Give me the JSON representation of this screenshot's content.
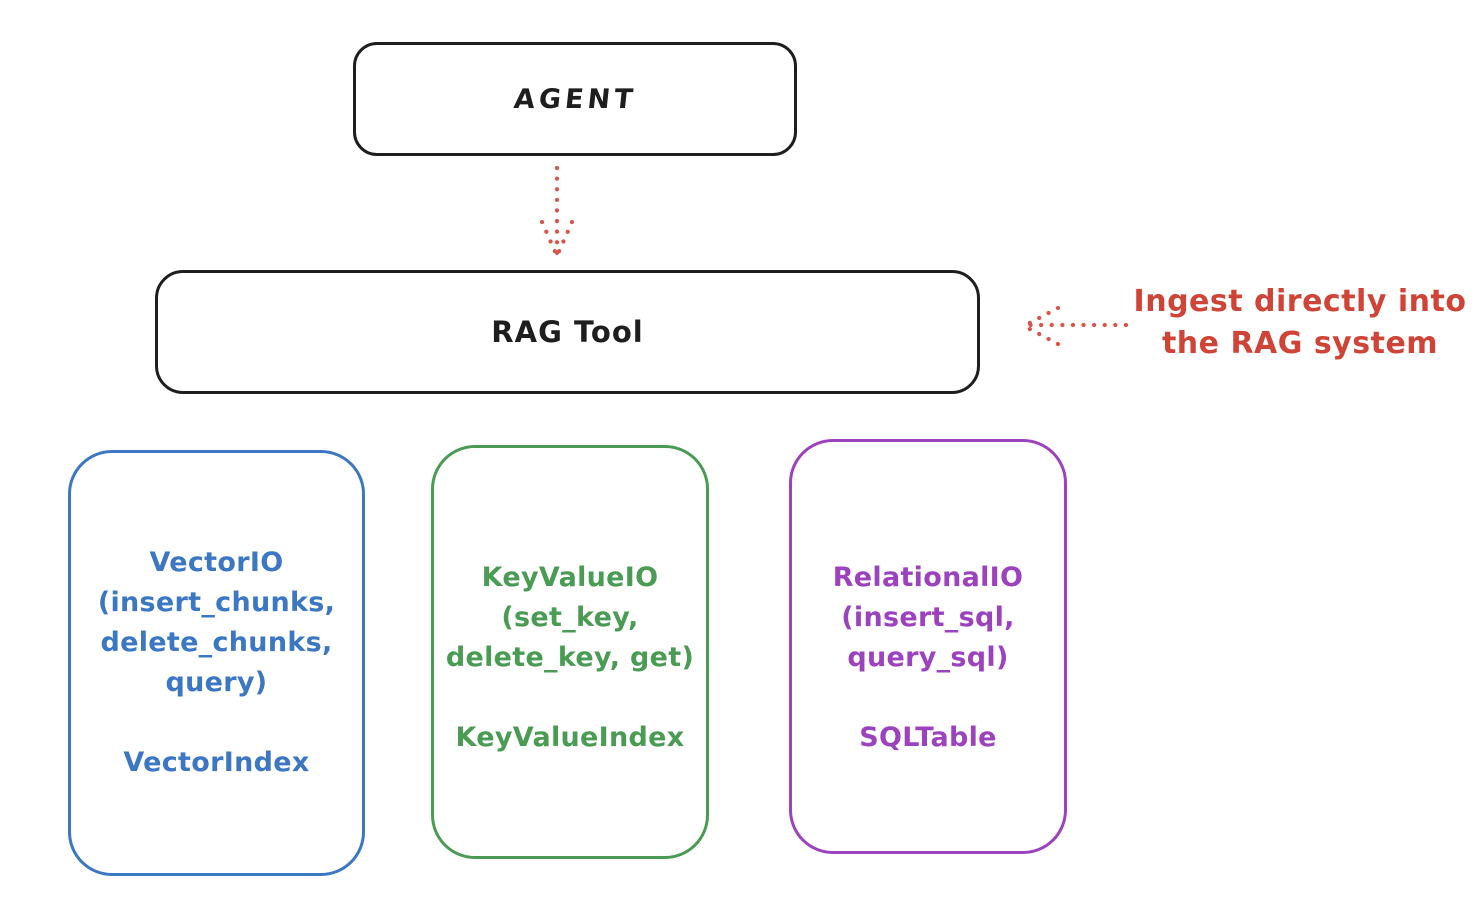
{
  "diagram": {
    "agent": {
      "label": "AGENT"
    },
    "rag_tool": {
      "label": "RAG Tool"
    },
    "annotation": {
      "lines": [
        "Ingest directly into",
        "the RAG system"
      ],
      "color": "#cf4437"
    },
    "arrows": {
      "agent_to_rag": "dotted-down-arrow",
      "ingest_into_rag": "dotted-left-arrow",
      "color": "#da544a"
    },
    "stores": [
      {
        "name": "vector-io",
        "color": "#3b77c2",
        "lines": [
          "VectorIO",
          "(insert_chunks,",
          "delete_chunks,",
          "query)"
        ],
        "index_label": "VectorIndex"
      },
      {
        "name": "keyvalue-io",
        "color": "#4a9b53",
        "lines": [
          "KeyValueIO",
          "(set_key,",
          "delete_key, get)"
        ],
        "index_label": "KeyValueIndex"
      },
      {
        "name": "relational-io",
        "color": "#9c42be",
        "lines": [
          "RelationalIO",
          "(insert_sql,",
          "query_sql)"
        ],
        "index_label": "SQLTable"
      }
    ],
    "stroke_color": "#1e1e1e"
  }
}
